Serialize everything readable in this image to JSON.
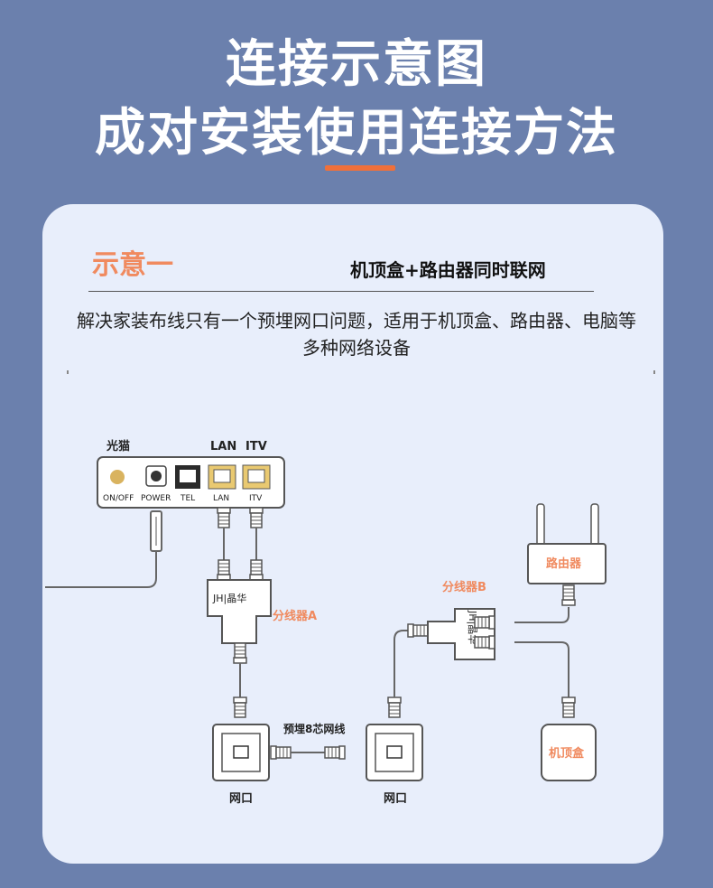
{
  "header": {
    "title_line1": "连接示意图",
    "title_line2": "成对安装使用连接方法"
  },
  "section": {
    "tag": "示意一",
    "title": "机顶盒+路由器同时联网",
    "description": "解决家装布线只有一个预埋网口问题，适用于机顶盒、路由器、电脑等多种网络设备"
  },
  "diagram": {
    "modem_label": "光猫",
    "port_header_lan": "LAN",
    "port_header_itv": "ITV",
    "ports": [
      "ON/OFF",
      "POWER",
      "TEL",
      "LAN",
      "ITV"
    ],
    "splitter_a_brand": "JH|晶华",
    "splitter_a_label": "分线器A",
    "splitter_b_brand": "JH|晶华",
    "splitter_b_label": "分线器B",
    "router_label": "路由器",
    "stb_label": "机顶盒",
    "cable_label": "预埋8芯网线",
    "wall_port_left_label": "网口",
    "wall_port_right_label": "网口",
    "colors": {
      "accent": "#f08a5f",
      "jack_yellow": "#e9c971",
      "line": "#666666",
      "background": "#6b80ad",
      "card": "#e8eefb"
    }
  }
}
